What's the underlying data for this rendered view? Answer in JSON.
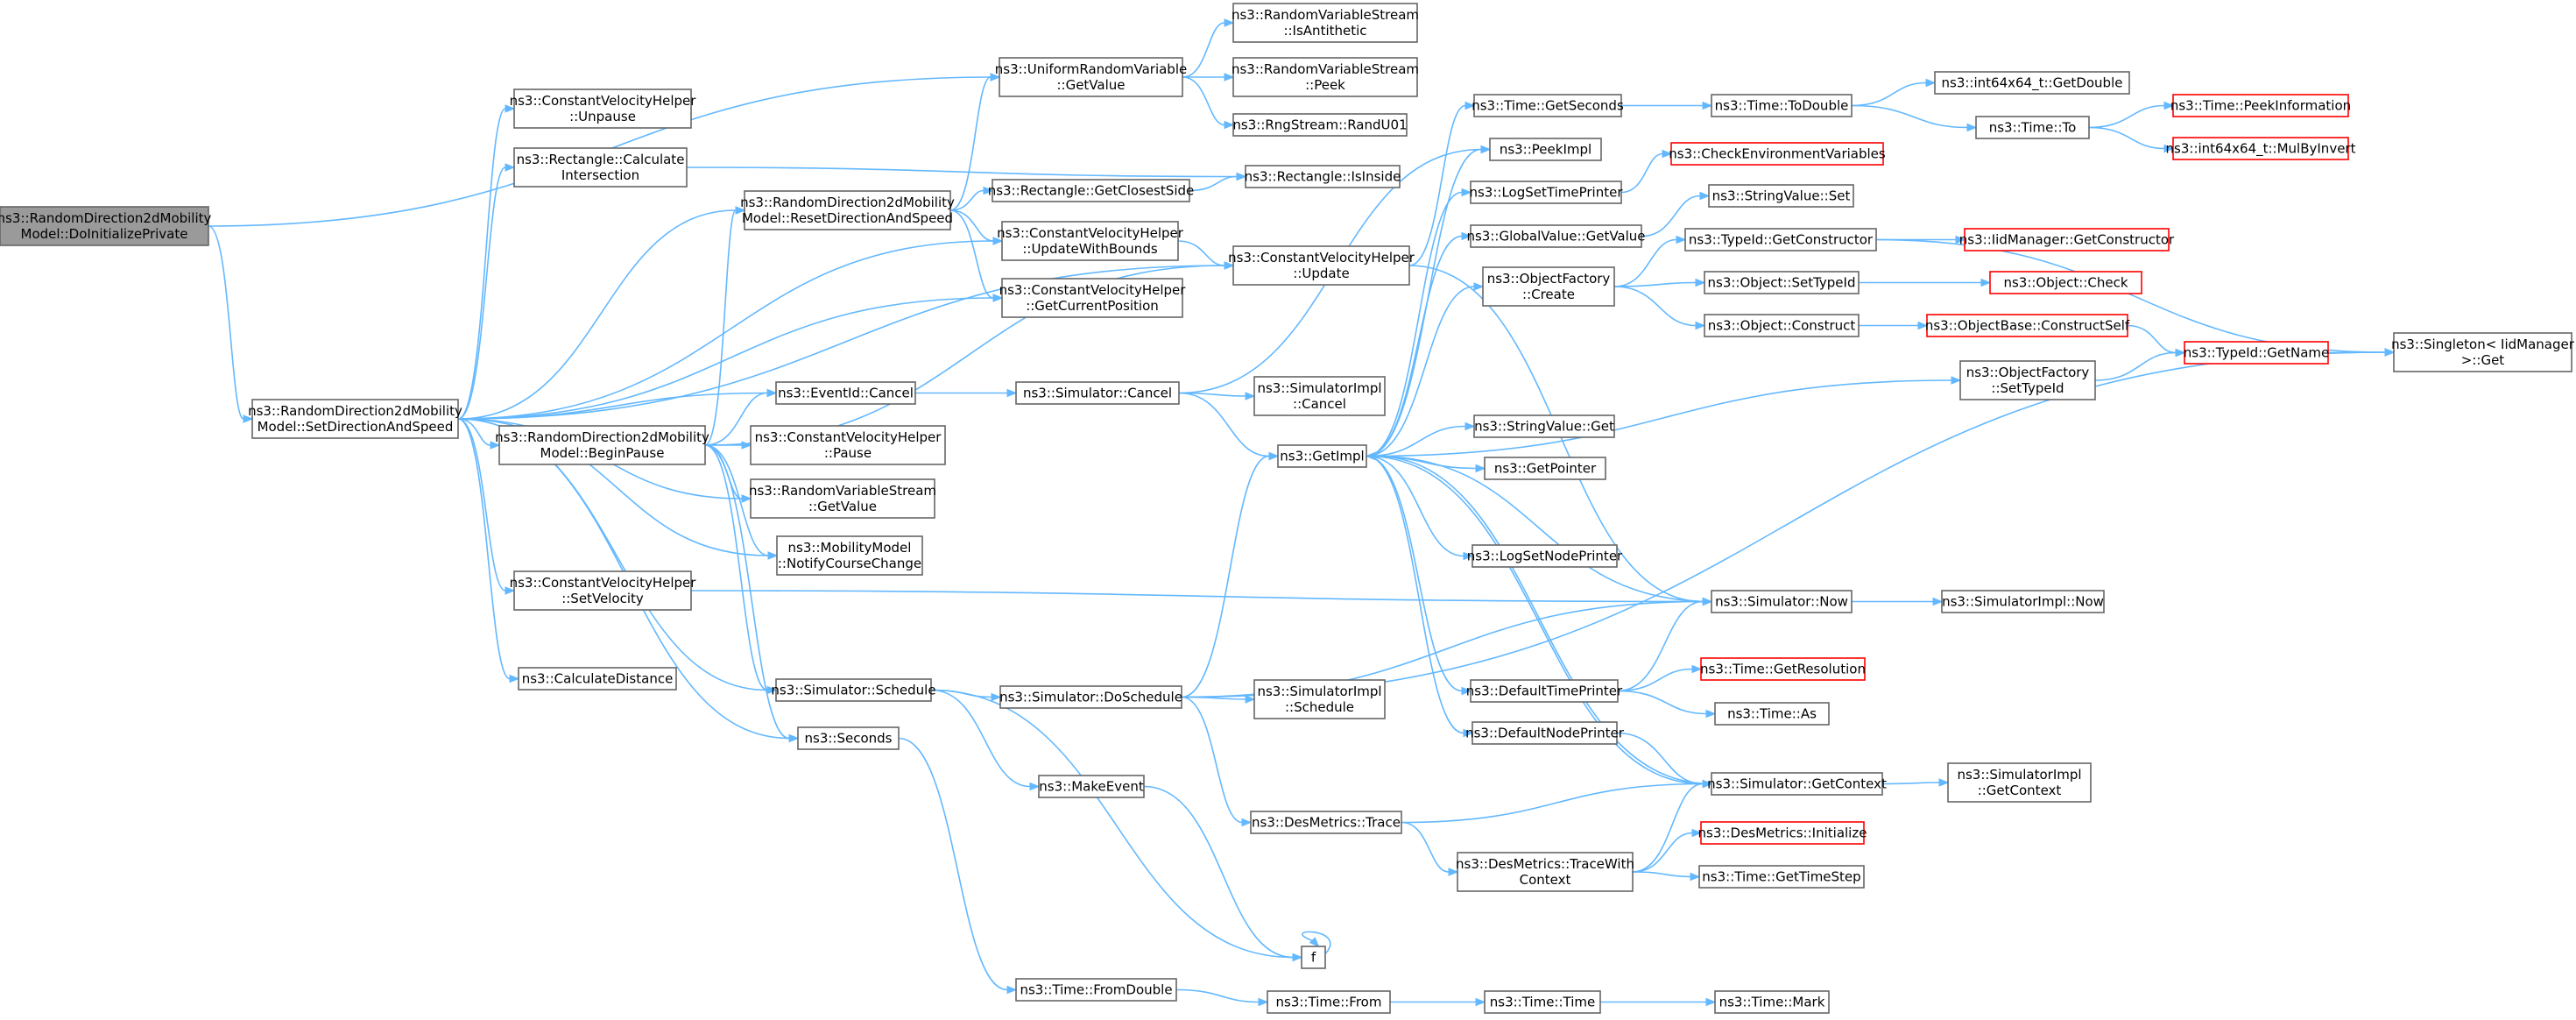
{
  "nodes": [
    {
      "id": "root",
      "lines": [
        "ns3::RandomDirection2dMobility",
        "Model::DoInitializePrivate"
      ],
      "style": "root"
    },
    {
      "id": "setdir",
      "lines": [
        "ns3::RandomDirection2dMobility",
        "Model::SetDirectionAndSpeed"
      ]
    },
    {
      "id": "cvh_unpause",
      "lines": [
        "ns3::ConstantVelocityHelper",
        "::Unpause"
      ]
    },
    {
      "id": "rect_calc",
      "lines": [
        "ns3::Rectangle::Calculate",
        "Intersection"
      ]
    },
    {
      "id": "resetdir",
      "lines": [
        "ns3::RandomDirection2dMobility",
        "Model::ResetDirectionAndSpeed"
      ]
    },
    {
      "id": "cvh_upbounds",
      "lines": [
        "ns3::ConstantVelocityHelper",
        "::UpdateWithBounds"
      ]
    },
    {
      "id": "cvh_getpos",
      "lines": [
        "ns3::ConstantVelocityHelper",
        "::GetCurrentPosition"
      ]
    },
    {
      "id": "uniform_get",
      "lines": [
        "ns3::UniformRandomVariable",
        "::GetValue"
      ]
    },
    {
      "id": "rvs_anti",
      "lines": [
        "ns3::RandomVariableStream",
        "::IsAntithetic"
      ]
    },
    {
      "id": "rvs_peek",
      "lines": [
        "ns3::RandomVariableStream",
        "::Peek"
      ]
    },
    {
      "id": "rng_randu",
      "lines": [
        "ns3::RngStream::RandU01"
      ]
    },
    {
      "id": "rect_closest",
      "lines": [
        "ns3::Rectangle::GetClosestSide"
      ]
    },
    {
      "id": "rect_inside",
      "lines": [
        "ns3::Rectangle::IsInside"
      ]
    },
    {
      "id": "cvh_update",
      "lines": [
        "ns3::ConstantVelocityHelper",
        "::Update"
      ]
    },
    {
      "id": "eventid_cancel",
      "lines": [
        "ns3::EventId::Cancel"
      ]
    },
    {
      "id": "beginpause",
      "lines": [
        "ns3::RandomDirection2dMobility",
        "Model::BeginPause"
      ]
    },
    {
      "id": "cvh_pause",
      "lines": [
        "ns3::ConstantVelocityHelper",
        "::Pause"
      ]
    },
    {
      "id": "rvs_getval",
      "lines": [
        "ns3::RandomVariableStream",
        "::GetValue"
      ]
    },
    {
      "id": "mm_notify",
      "lines": [
        "ns3::MobilityModel",
        "::NotifyCourseChange"
      ]
    },
    {
      "id": "cvh_setvel",
      "lines": [
        "ns3::ConstantVelocityHelper",
        "::SetVelocity"
      ]
    },
    {
      "id": "calcdist",
      "lines": [
        "ns3::CalculateDistance"
      ]
    },
    {
      "id": "sim_schedule",
      "lines": [
        "ns3::Simulator::Schedule"
      ]
    },
    {
      "id": "seconds",
      "lines": [
        "ns3::Seconds"
      ]
    },
    {
      "id": "sim_cancel",
      "lines": [
        "ns3::Simulator::Cancel"
      ]
    },
    {
      "id": "simimpl_cancel",
      "lines": [
        "ns3::SimulatorImpl",
        "::Cancel"
      ]
    },
    {
      "id": "getimpl",
      "lines": [
        "ns3::GetImpl"
      ]
    },
    {
      "id": "time_getsec",
      "lines": [
        "ns3::Time::GetSeconds"
      ]
    },
    {
      "id": "peekimpl",
      "lines": [
        "ns3::PeekImpl"
      ]
    },
    {
      "id": "logsettime",
      "lines": [
        "ns3::LogSetTimePrinter"
      ]
    },
    {
      "id": "globalval",
      "lines": [
        "ns3::GlobalValue::GetValue"
      ]
    },
    {
      "id": "objfac_create",
      "lines": [
        "ns3::ObjectFactory",
        "::Create"
      ]
    },
    {
      "id": "stringval_get",
      "lines": [
        "ns3::StringValue::Get"
      ]
    },
    {
      "id": "getpointer",
      "lines": [
        "ns3::GetPointer"
      ]
    },
    {
      "id": "logsetnode",
      "lines": [
        "ns3::LogSetNodePrinter"
      ]
    },
    {
      "id": "sim_doschedule",
      "lines": [
        "ns3::Simulator::DoSchedule"
      ]
    },
    {
      "id": "simimpl_schedule",
      "lines": [
        "ns3::SimulatorImpl",
        "::Schedule"
      ]
    },
    {
      "id": "makeevent",
      "lines": [
        "ns3::MakeEvent"
      ]
    },
    {
      "id": "desm_trace",
      "lines": [
        "ns3::DesMetrics::Trace"
      ]
    },
    {
      "id": "desm_tracectx",
      "lines": [
        "ns3::DesMetrics::TraceWith",
        "Context"
      ]
    },
    {
      "id": "f",
      "lines": [
        "f"
      ]
    },
    {
      "id": "time_fromdouble",
      "lines": [
        "ns3::Time::FromDouble"
      ]
    },
    {
      "id": "time_from",
      "lines": [
        "ns3::Time::From"
      ]
    },
    {
      "id": "time_time",
      "lines": [
        "ns3::Time::Time"
      ]
    },
    {
      "id": "time_mark",
      "lines": [
        "ns3::Time::Mark"
      ]
    },
    {
      "id": "time_todouble",
      "lines": [
        "ns3::Time::ToDouble"
      ]
    },
    {
      "id": "int64_getdouble",
      "lines": [
        "ns3::int64x64_t::GetDouble"
      ]
    },
    {
      "id": "time_to",
      "lines": [
        "ns3::Time::To"
      ]
    },
    {
      "id": "time_peekinfo",
      "lines": [
        "ns3::Time::PeekInformation"
      ],
      "style": "red"
    },
    {
      "id": "int64_mulbyinv",
      "lines": [
        "ns3::int64x64_t::MulByInvert"
      ],
      "style": "red"
    },
    {
      "id": "checkenv",
      "lines": [
        "ns3::CheckEnvironmentVariables"
      ],
      "style": "red"
    },
    {
      "id": "stringval_set",
      "lines": [
        "ns3::StringValue::Set"
      ]
    },
    {
      "id": "typeid_getctor",
      "lines": [
        "ns3::TypeId::GetConstructor"
      ]
    },
    {
      "id": "iidmgr_getctor",
      "lines": [
        "ns3::IidManager::GetConstructor"
      ],
      "style": "red"
    },
    {
      "id": "obj_settypeid",
      "lines": [
        "ns3::Object::SetTypeId"
      ]
    },
    {
      "id": "obj_check",
      "lines": [
        "ns3::Object::Check"
      ],
      "style": "red"
    },
    {
      "id": "obj_construct",
      "lines": [
        "ns3::Object::Construct"
      ]
    },
    {
      "id": "objbase_ctorself",
      "lines": [
        "ns3::ObjectBase::ConstructSelf"
      ],
      "style": "red"
    },
    {
      "id": "objfac_settypeid",
      "lines": [
        "ns3::ObjectFactory",
        "::SetTypeId"
      ]
    },
    {
      "id": "typeid_getname",
      "lines": [
        "ns3::TypeId::GetName"
      ],
      "style": "red"
    },
    {
      "id": "singleton_get",
      "lines": [
        "ns3::Singleton< IidManager",
        ">::Get"
      ]
    },
    {
      "id": "sim_now",
      "lines": [
        "ns3::Simulator::Now"
      ]
    },
    {
      "id": "simimpl_now",
      "lines": [
        "ns3::SimulatorImpl::Now"
      ]
    },
    {
      "id": "defaulttime",
      "lines": [
        "ns3::DefaultTimePrinter"
      ]
    },
    {
      "id": "time_getres",
      "lines": [
        "ns3::Time::GetResolution"
      ],
      "style": "red"
    },
    {
      "id": "time_as",
      "lines": [
        "ns3::Time::As"
      ]
    },
    {
      "id": "defaultnode",
      "lines": [
        "ns3::DefaultNodePrinter"
      ]
    },
    {
      "id": "sim_getctx",
      "lines": [
        "ns3::Simulator::GetContext"
      ]
    },
    {
      "id": "simimpl_getctx",
      "lines": [
        "ns3::SimulatorImpl",
        "::GetContext"
      ]
    },
    {
      "id": "desm_init",
      "lines": [
        "ns3::DesMetrics::Initialize"
      ],
      "style": "red"
    },
    {
      "id": "time_gettimestep",
      "lines": [
        "ns3::Time::GetTimeStep"
      ]
    }
  ],
  "edges": [
    [
      "root",
      "uniform_get"
    ],
    [
      "root",
      "setdir"
    ],
    [
      "setdir",
      "cvh_unpause"
    ],
    [
      "setdir",
      "rect_calc"
    ],
    [
      "setdir",
      "resetdir"
    ],
    [
      "setdir",
      "cvh_upbounds"
    ],
    [
      "setdir",
      "cvh_getpos"
    ],
    [
      "setdir",
      "cvh_update"
    ],
    [
      "setdir",
      "eventid_cancel"
    ],
    [
      "setdir",
      "beginpause"
    ],
    [
      "setdir",
      "rvs_getval"
    ],
    [
      "setdir",
      "mm_notify"
    ],
    [
      "setdir",
      "cvh_setvel"
    ],
    [
      "setdir",
      "calcdist"
    ],
    [
      "setdir",
      "sim_schedule"
    ],
    [
      "setdir",
      "seconds"
    ],
    [
      "rect_calc",
      "rect_inside"
    ],
    [
      "resetdir",
      "uniform_get"
    ],
    [
      "resetdir",
      "rect_closest"
    ],
    [
      "resetdir",
      "cvh_upbounds"
    ],
    [
      "resetdir",
      "cvh_getpos"
    ],
    [
      "uniform_get",
      "rvs_anti"
    ],
    [
      "uniform_get",
      "rvs_peek"
    ],
    [
      "uniform_get",
      "rng_randu"
    ],
    [
      "rect_closest",
      "rect_inside"
    ],
    [
      "cvh_upbounds",
      "cvh_update"
    ],
    [
      "cvh_update",
      "time_getsec"
    ],
    [
      "cvh_update",
      "sim_now"
    ],
    [
      "beginpause",
      "resetdir"
    ],
    [
      "beginpause",
      "cvh_update"
    ],
    [
      "beginpause",
      "eventid_cancel"
    ],
    [
      "beginpause",
      "cvh_pause"
    ],
    [
      "beginpause",
      "rvs_getval"
    ],
    [
      "beginpause",
      "mm_notify"
    ],
    [
      "beginpause",
      "sim_schedule"
    ],
    [
      "beginpause",
      "seconds"
    ],
    [
      "eventid_cancel",
      "sim_cancel"
    ],
    [
      "cvh_setvel",
      "sim_now"
    ],
    [
      "sim_schedule",
      "sim_doschedule"
    ],
    [
      "sim_schedule",
      "makeevent"
    ],
    [
      "sim_schedule",
      "f"
    ],
    [
      "seconds",
      "time_fromdouble"
    ],
    [
      "sim_cancel",
      "simimpl_cancel"
    ],
    [
      "sim_cancel",
      "getimpl"
    ],
    [
      "sim_cancel",
      "peekimpl"
    ],
    [
      "getimpl",
      "peekimpl"
    ],
    [
      "getimpl",
      "logsettime"
    ],
    [
      "getimpl",
      "globalval"
    ],
    [
      "getimpl",
      "objfac_create"
    ],
    [
      "getimpl",
      "objfac_settypeid"
    ],
    [
      "getimpl",
      "stringval_get"
    ],
    [
      "getimpl",
      "getpointer"
    ],
    [
      "getimpl",
      "logsetnode"
    ],
    [
      "getimpl",
      "defaulttime"
    ],
    [
      "getimpl",
      "defaultnode"
    ],
    [
      "getimpl",
      "sim_getctx"
    ],
    [
      "time_getsec",
      "time_todouble"
    ],
    [
      "time_todouble",
      "int64_getdouble"
    ],
    [
      "time_todouble",
      "time_to"
    ],
    [
      "time_to",
      "time_peekinfo"
    ],
    [
      "time_to",
      "int64_mulbyinv"
    ],
    [
      "logsettime",
      "checkenv"
    ],
    [
      "globalval",
      "stringval_set"
    ],
    [
      "objfac_create",
      "typeid_getctor"
    ],
    [
      "objfac_create",
      "obj_settypeid"
    ],
    [
      "objfac_create",
      "obj_construct"
    ],
    [
      "typeid_getctor",
      "iidmgr_getctor"
    ],
    [
      "typeid_getctor",
      "singleton_get"
    ],
    [
      "obj_settypeid",
      "obj_check"
    ],
    [
      "obj_construct",
      "objbase_ctorself"
    ],
    [
      "objbase_ctorself",
      "typeid_getname"
    ],
    [
      "objfac_settypeid",
      "typeid_getname"
    ],
    [
      "typeid_getname",
      "singleton_get"
    ],
    [
      "sim_doschedule",
      "simimpl_schedule"
    ],
    [
      "sim_doschedule",
      "getimpl"
    ],
    [
      "sim_doschedule",
      "sim_now"
    ],
    [
      "sim_doschedule",
      "desm_trace"
    ],
    [
      "sim_doschedule",
      "singleton_get"
    ],
    [
      "makeevent",
      "f"
    ],
    [
      "f",
      "f"
    ],
    [
      "desm_trace",
      "sim_getctx"
    ],
    [
      "desm_trace",
      "desm_tracectx"
    ],
    [
      "desm_tracectx",
      "sim_getctx"
    ],
    [
      "desm_tracectx",
      "desm_init"
    ],
    [
      "desm_tracectx",
      "time_gettimestep"
    ],
    [
      "time_fromdouble",
      "time_from"
    ],
    [
      "time_from",
      "time_time"
    ],
    [
      "time_time",
      "time_mark"
    ],
    [
      "sim_now",
      "simimpl_now"
    ],
    [
      "sim_now",
      "getimpl"
    ],
    [
      "defaulttime",
      "sim_now"
    ],
    [
      "defaulttime",
      "time_getres"
    ],
    [
      "defaulttime",
      "time_as"
    ],
    [
      "defaultnode",
      "sim_getctx"
    ],
    [
      "sim_getctx",
      "simimpl_getctx"
    ],
    [
      "sim_getctx",
      "getimpl"
    ]
  ]
}
